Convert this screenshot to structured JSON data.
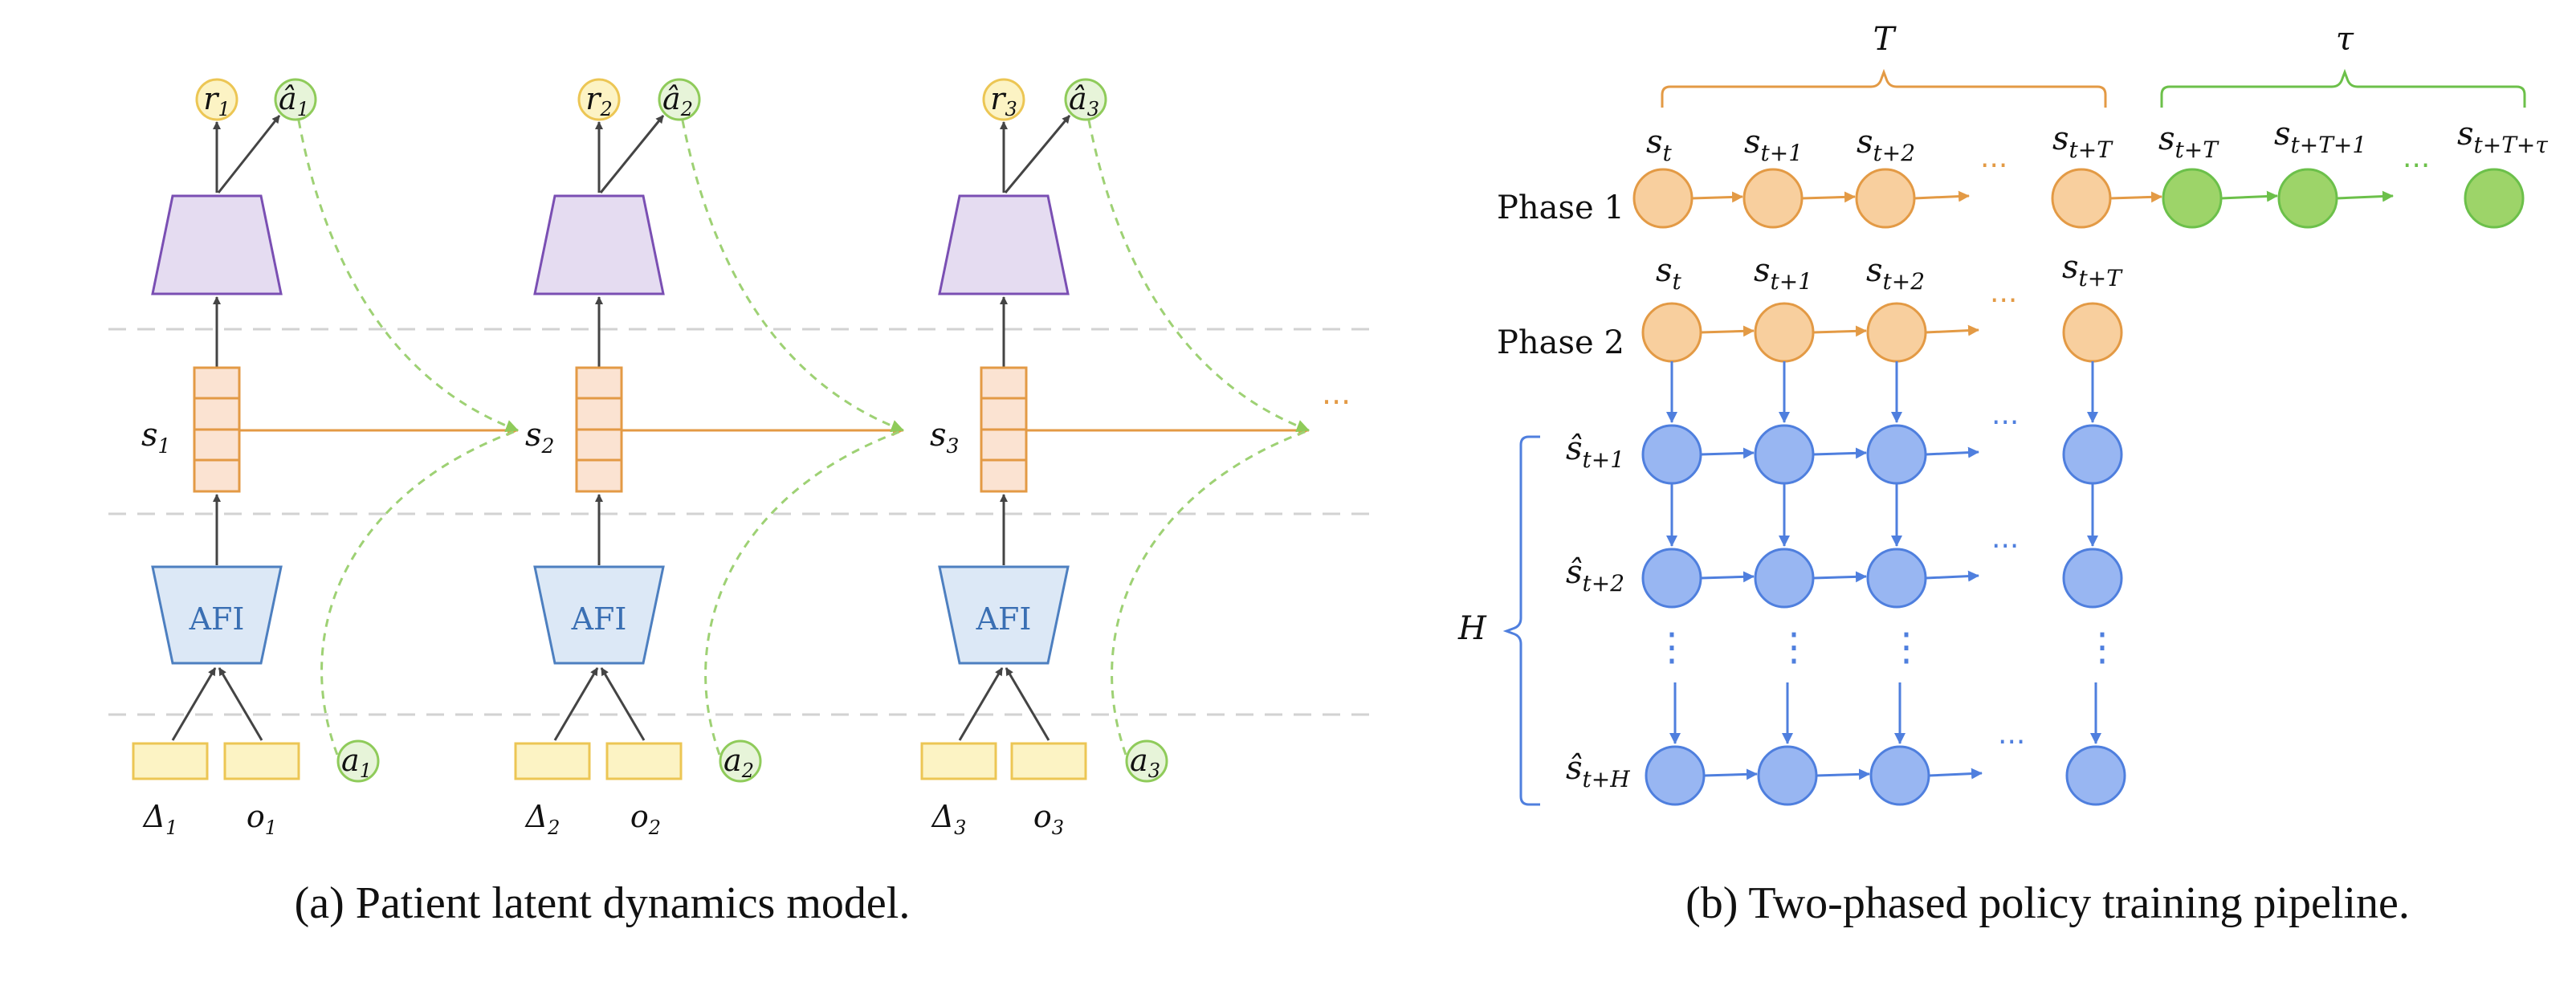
{
  "captions": {
    "left": "(a) Patient latent dynamics model.",
    "right": "(b) Two-phased policy training pipeline."
  },
  "left": {
    "encoder_label": "AFI",
    "columns": [
      {
        "r": "r",
        "r_sub": "1",
        "ahat": "â",
        "ahat_sub": "1",
        "s": "s",
        "s_sub": "1",
        "delta": "Δ",
        "delta_sub": "1",
        "o": "o",
        "o_sub": "1",
        "a": "a",
        "a_sub": "1"
      },
      {
        "r": "r",
        "r_sub": "2",
        "ahat": "â",
        "ahat_sub": "2",
        "s": "s",
        "s_sub": "2",
        "delta": "Δ",
        "delta_sub": "2",
        "o": "o",
        "o_sub": "2",
        "a": "a",
        "a_sub": "2"
      },
      {
        "r": "r",
        "r_sub": "3",
        "ahat": "â",
        "ahat_sub": "3",
        "s": "s",
        "s_sub": "3",
        "delta": "Δ",
        "delta_sub": "3",
        "o": "o",
        "o_sub": "3",
        "a": "a",
        "a_sub": "3"
      }
    ],
    "ellipsis": "···"
  },
  "right": {
    "brace_T": "T",
    "brace_tau": "τ",
    "brace_H": "H",
    "phase1_label": "Phase 1",
    "phase2_label": "Phase 2",
    "phase1_labels": [
      {
        "main": "s",
        "sub": "t"
      },
      {
        "main": "s",
        "sub": "t+1"
      },
      {
        "main": "s",
        "sub": "t+2"
      },
      {
        "main": "s",
        "sub": "t+T"
      },
      {
        "main": "s",
        "sub": "t+T"
      },
      {
        "main": "s",
        "sub": "t+T+1"
      },
      {
        "main": "s",
        "sub": "t+T+τ"
      }
    ],
    "phase2_labels": [
      {
        "main": "s",
        "sub": "t"
      },
      {
        "main": "s",
        "sub": "t+1"
      },
      {
        "main": "s",
        "sub": "t+2"
      },
      {
        "main": "s",
        "sub": "t+T"
      }
    ],
    "hat_rows": [
      {
        "main": "ŝ",
        "sub": "t+1"
      },
      {
        "main": "ŝ",
        "sub": "t+2"
      },
      {
        "main": "ŝ",
        "sub": "t+H"
      }
    ],
    "ellipsis": "···",
    "vdots": "⋮"
  },
  "colors": {
    "orange": "#e39a45",
    "orange_fill": "#f8cf9e",
    "green": "#6cc04a",
    "green_fill": "#9dd469",
    "blue": "#4f7fde",
    "blue_fill": "#98b6f2",
    "purple": "#7a4fb3",
    "purple_fill": "#e5dcf1",
    "afi_stroke": "#4d7fc0",
    "afi_fill": "#dce8f6",
    "yellow": "#ecc654",
    "yellow_fill": "#fcf3c4",
    "state_fill": "#fbe3d2",
    "dashed_gray": "#d2d2d2"
  }
}
